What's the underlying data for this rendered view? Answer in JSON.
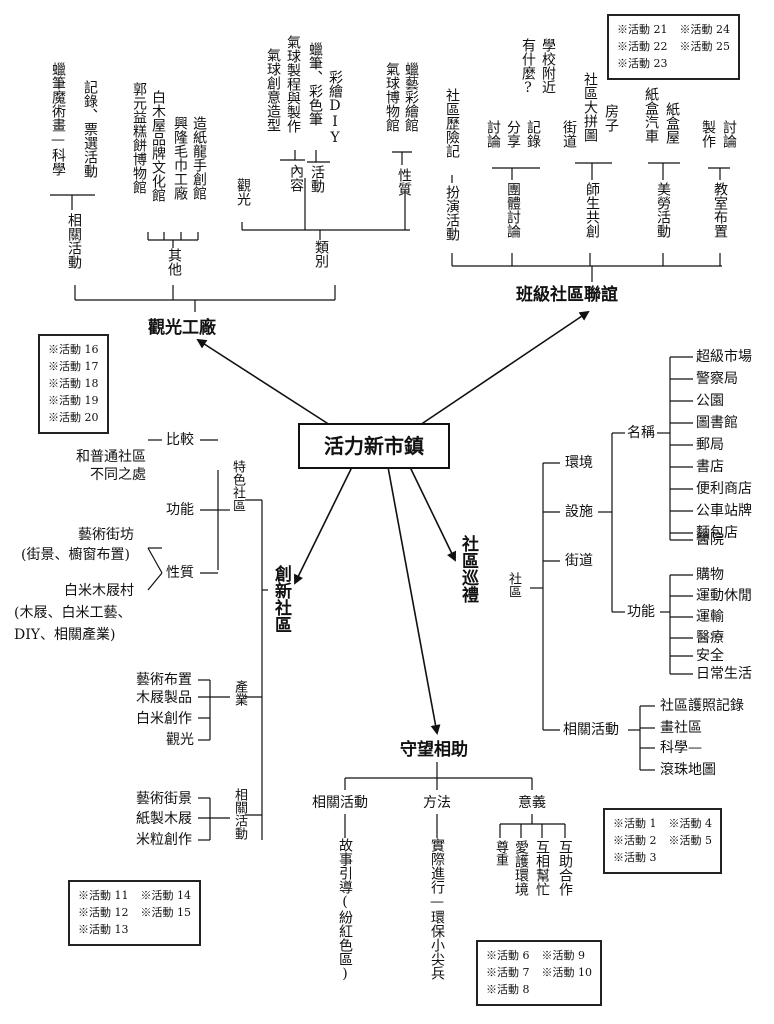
{
  "center": "活力新市鎮",
  "branches": {
    "factory": {
      "title": "觀光工廠",
      "related": {
        "label": "相關活動",
        "items": [
          "蠟筆魔術畫—科學",
          "記錄、票選活動"
        ]
      },
      "other": {
        "label": "其他",
        "items": [
          "郭元益糕餅博物館",
          "白木屋品牌文化館",
          "興隆毛巾工廠",
          "造紙龍手創館"
        ]
      },
      "type": {
        "label": "類別",
        "items": [
          "觀光"
        ]
      },
      "content": {
        "label": "內容",
        "items": [
          "氣球創意造型",
          "氣球製程與製作"
        ]
      },
      "activity": {
        "label": "活動",
        "items": [
          "蠟筆、彩色筆",
          "彩繪DIY"
        ]
      },
      "nature": {
        "label": "性質",
        "items": [
          "氣球博物館",
          "蠟藝彩繪館"
        ]
      },
      "activities": [
        "※活動 16",
        "※活動 17",
        "※活動 18",
        "※活動 19",
        "※活動 20"
      ]
    },
    "class": {
      "title": "班級社區聯誼",
      "groups": [
        {
          "label": "扮演活動",
          "items": [
            "社區歷險記"
          ]
        },
        {
          "label": "團體討論",
          "items": [
            "討論",
            "分享",
            "記錄",
            "學校附近",
            "有什麼?"
          ]
        },
        {
          "label": "師生共創",
          "items": [
            "街道",
            "社區大拼圖",
            "房子"
          ]
        },
        {
          "label": "美勞活動",
          "items": [
            "紙盒汽車",
            "紙盒屋"
          ]
        },
        {
          "label": "教室布置",
          "items": [
            "製作",
            "討論"
          ]
        }
      ],
      "activities": [
        "※活動 21",
        "※活動 24",
        "※活動 22",
        "※活動 25",
        "※活動 23"
      ]
    },
    "innovation": {
      "title": "創新社區",
      "feature": {
        "label": "特色社區",
        "compare": "比較",
        "compare_item": "和普通社區 不同之處",
        "function": "功能",
        "nature": "性質",
        "nature_items": [
          "藝術街坊",
          "(街景、櫥窗布置)",
          "白米木屐村",
          "(木屐、白米工藝、",
          "DIY、相關產業)"
        ]
      },
      "industry": {
        "label": "產業",
        "items": [
          "藝術布置",
          "木屐製品",
          "白米創作",
          "觀光"
        ]
      },
      "related": {
        "label": "相關活動",
        "items": [
          "藝術街景",
          "紙製木屐",
          "米粒創作"
        ]
      },
      "activities": [
        "※活動 11",
        "※活動 14",
        "※活動 12",
        "※活動 15",
        "※活動 13"
      ]
    },
    "tour": {
      "title": "社區巡禮",
      "community": "社區",
      "environment": "環境",
      "facilities": "設施",
      "names_label": "名稱",
      "names": [
        "超級市場",
        "警察局",
        "公園",
        "圖書館",
        "郵局",
        "書店",
        "便利商店",
        "公車站牌",
        "麵包店",
        "醫院"
      ],
      "street": "街道",
      "function_label": "功能",
      "functions": [
        "購物",
        "運動休閒",
        "運輸",
        "醫療",
        "安全",
        "日常生活"
      ],
      "related_label": "相關活動",
      "related": [
        "社區護照記錄",
        "畫社區",
        "科學—",
        "滾珠地圖"
      ],
      "activities": [
        "※活動 1",
        "※活動 4",
        "※活動 2",
        "※活動 5",
        "※活動 3"
      ]
    },
    "watch": {
      "title": "守望相助",
      "related": {
        "label": "相關活動",
        "item": "故事引導(紛紅色區)"
      },
      "method": {
        "label": "方法",
        "item": "實際進行—環保小尖兵"
      },
      "meaning": {
        "label": "意義",
        "items": [
          "尊重",
          "愛護環境",
          "互相幫忙",
          "互助合作"
        ]
      },
      "activities": [
        "※活動 6",
        "※活動 9",
        "※活動 7",
        "※活動 10",
        "※活動 8"
      ]
    }
  }
}
